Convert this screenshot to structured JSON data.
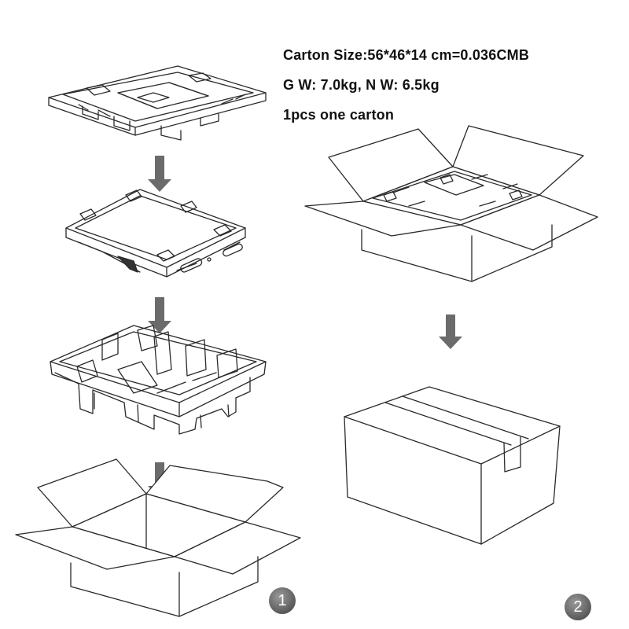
{
  "specs": {
    "carton_size": "Carton Size:56*46*14 cm=0.036CMB",
    "weight": "G W: 7.0kg,   N W: 6.5kg",
    "quantity": "1pcs one carton"
  },
  "steps": {
    "step1": "1",
    "step2": "2"
  },
  "colors": {
    "line": "#2a2a2a",
    "arrow": "#6b6b6b",
    "badge": "#6e6e6e"
  }
}
